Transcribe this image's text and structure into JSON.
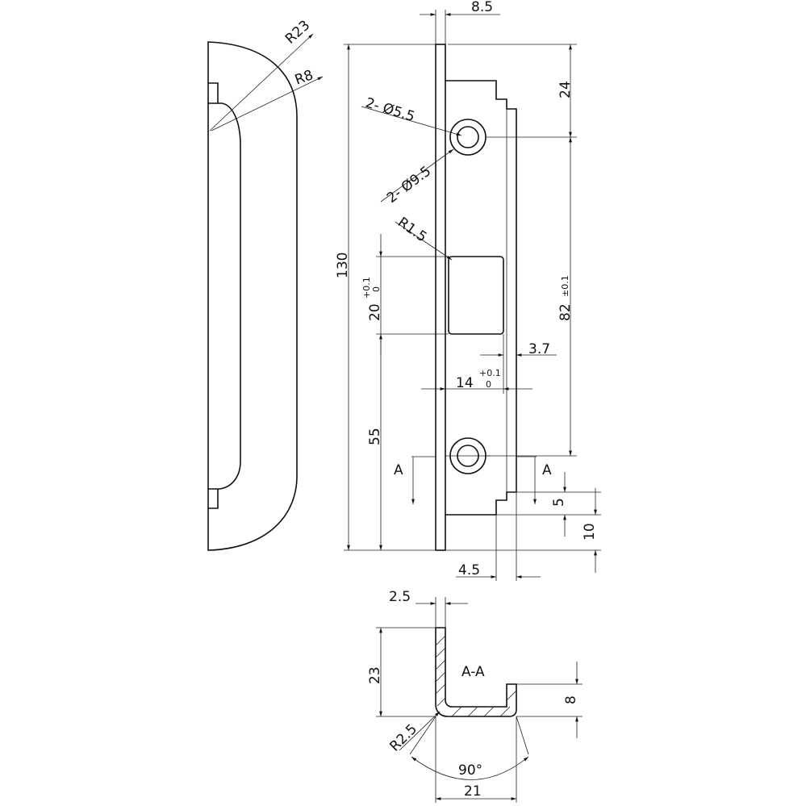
{
  "dimensions": {
    "d_8_5": "8.5",
    "d_24": "24",
    "d_r23": "R23",
    "d_r8": "R8",
    "d_hole_small": "2- Ø5.5",
    "d_hole_large": "2- Ø9.5",
    "d_r1_5": "R1.5",
    "d_130": "130",
    "d_20": "20",
    "d_20_tol_plus": "+0.1",
    "d_20_tol_minus": "0",
    "d_82": "82",
    "d_82_tol": "±0.1",
    "d_3_7": "3.7",
    "d_14": "14",
    "d_14_tol_plus": "+0.1",
    "d_14_tol_minus": "0",
    "d_55": "55",
    "d_5": "5",
    "d_10": "10",
    "d_4_5": "4.5",
    "d_2_5": "2.5",
    "d_23": "23",
    "d_8": "8",
    "d_r2_5": "R2.5",
    "d_90": "90°",
    "d_21": "21"
  },
  "section": {
    "marker_left": "A",
    "marker_right": "A",
    "title": "A-A"
  }
}
